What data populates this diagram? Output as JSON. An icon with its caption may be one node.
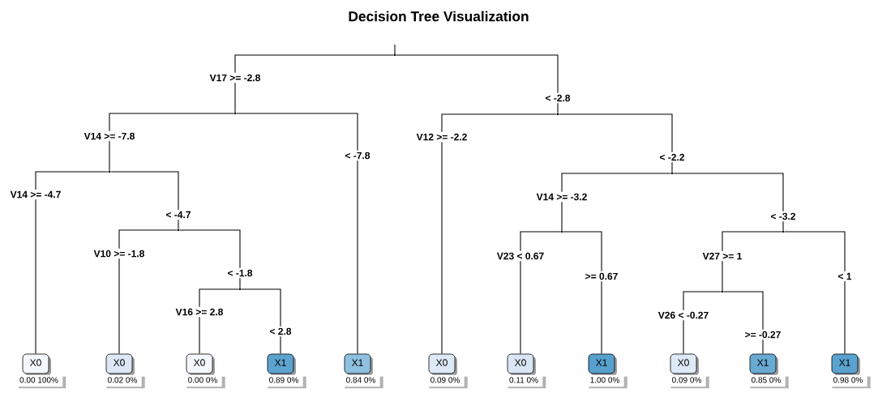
{
  "diagram": {
    "title": "Decision Tree Visualization",
    "nodes": [
      {
        "text": [],
        "shape": "point"
      },
      {
        "text": [],
        "shape": "point"
      },
      {
        "text": [],
        "shape": "point"
      },
      {
        "text": [
          "X0"
        ],
        "beside": [
          "0.00  100%"
        ]
      },
      {
        "text": [],
        "shape": "point"
      },
      {
        "text": [
          "X0"
        ],
        "beside": [
          "0.02  0%"
        ]
      },
      {
        "text": [],
        "shape": "point"
      },
      {
        "text": [
          "X0"
        ],
        "beside": [
          "0.00  0%"
        ]
      },
      {
        "text": [
          "X1"
        ],
        "beside": [
          "0.89  0%"
        ]
      },
      {
        "text": [
          "X1"
        ],
        "beside": [
          "0.84  0%"
        ]
      },
      {
        "text": [],
        "shape": "point"
      },
      {
        "text": [
          "X0"
        ],
        "beside": [
          "0.09  0%"
        ]
      },
      {
        "text": [],
        "shape": "point"
      },
      {
        "text": [],
        "shape": "point"
      },
      {
        "text": [
          "X0"
        ],
        "beside": [
          "0.11  0%"
        ]
      },
      {
        "text": [
          "X1"
        ],
        "beside": [
          "1.00  0%"
        ]
      },
      {
        "text": [],
        "shape": "point"
      },
      {
        "text": [],
        "shape": "point"
      },
      {
        "text": [
          "X0"
        ],
        "beside": [
          "0.09  0%"
        ]
      },
      {
        "text": [
          "X1"
        ],
        "beside": [
          "0.85  0%"
        ]
      },
      {
        "text": [
          "X1"
        ],
        "beside": [
          "0.98  0%"
        ]
      }
    ],
    "edges": [
      {
        "from": 0,
        "to": 1,
        "arrow": "none",
        "label": "V17 >= -2.8"
      },
      {
        "from": 0,
        "to": 10,
        "arrow": "none",
        "label": "< -2.8"
      },
      {
        "from": 1,
        "to": 2,
        "arrow": "none",
        "label": "V14 >= -7.8"
      },
      {
        "from": 1,
        "to": 9,
        "arrow": "none",
        "label": "< -7.8"
      },
      {
        "from": 2,
        "to": 3,
        "arrow": "none",
        "label": "V14 >= -4.7"
      },
      {
        "from": 2,
        "to": 4,
        "arrow": "none",
        "label": "< -4.7"
      },
      {
        "from": 4,
        "to": 5,
        "arrow": "none",
        "label": "V10 >= -1.8"
      },
      {
        "from": 4,
        "to": 6,
        "arrow": "none",
        "label": "< -1.8"
      },
      {
        "from": 6,
        "to": 7,
        "arrow": "none",
        "label": "V16 >= 2.8"
      },
      {
        "from": 6,
        "to": 8,
        "arrow": "none",
        "label": "< 2.8"
      },
      {
        "from": 10,
        "to": 11,
        "arrow": "none",
        "label": "V12 >= -2.2"
      },
      {
        "from": 10,
        "to": 12,
        "arrow": "none",
        "label": "< -2.2"
      },
      {
        "from": 12,
        "to": 13,
        "arrow": "none",
        "label": "V14 >= -3.2"
      },
      {
        "from": 12,
        "to": 16,
        "arrow": "none",
        "label": "< -3.2"
      },
      {
        "from": 13,
        "to": 14,
        "arrow": "none",
        "label": "V23 < 0.67"
      },
      {
        "from": 13,
        "to": 15,
        "arrow": "none",
        "label": ">= 0.67"
      },
      {
        "from": 16,
        "to": 17,
        "arrow": "none",
        "label": "V27 >= 1"
      },
      {
        "from": 16,
        "to": 20,
        "arrow": "none",
        "label": "< 1"
      },
      {
        "from": 17,
        "to": 18,
        "arrow": "none",
        "label": "V26 < -0.27"
      },
      {
        "from": 17,
        "to": 19,
        "arrow": "none",
        "label": ">= -0.27"
      }
    ]
  }
}
